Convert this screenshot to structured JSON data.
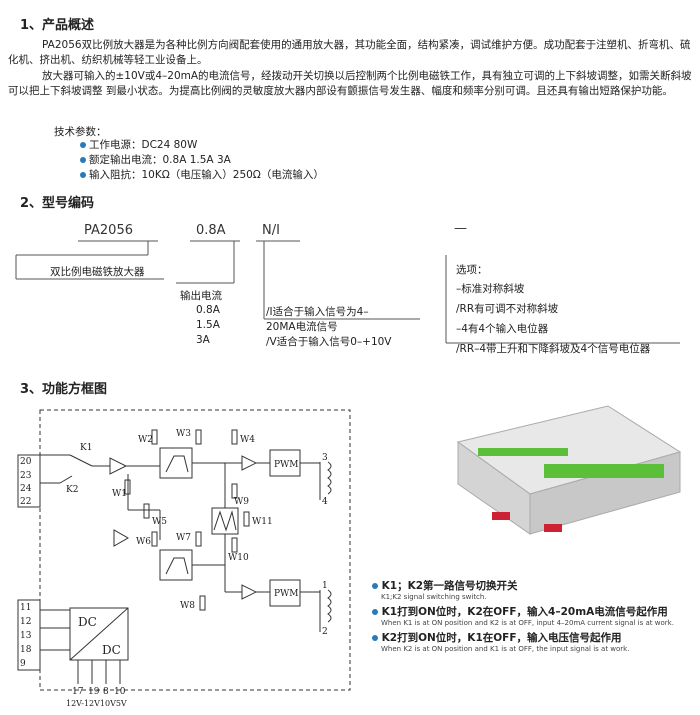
{
  "section1": {
    "title": "1、产品概述",
    "para1": "PA2056双比例放大器是为各种比例方向阀配套使用的通用放大器，其功能全面，结构紧凑，调试维护方便。成功配套于注塑机、折弯机、硫化机、挤出机、纺织机械等轻工业设备上。",
    "para2": "放大器可输入的±10V或4–20mA的电流信号，经拨动开关切换以后控制两个比例电磁铁工作，具有独立可调的上下斜坡调整，如需关断斜坡可以把上下斜坡调整 到最小状态。为提高比例阀的灵敏度放大器内部设有颤振信号发生器、幅度和频率分别可调。且还具有输出短路保护功能。",
    "spec_title": "技术参数：",
    "specs": [
      "工作电源：DC24  80W",
      "额定输出电流：0.8A 1.5A  3A",
      "输入阻抗：10KΩ（电压输入）250Ω（电流输入）"
    ]
  },
  "section2": {
    "title": "2、型号编码",
    "code_model": "PA2056",
    "code_current": "0.8A",
    "code_input": "N/I",
    "code_option": "—",
    "label_model": "双比例电磁铁放大器",
    "current_title": "输出电流",
    "currents": [
      "0.8A",
      "1.5A",
      "3A"
    ],
    "input_lines": [
      "/I适合于输入信号为4–",
      "20MA电流信号",
      "/V适合于输入信号0–+10V"
    ],
    "option_title": "选项：",
    "options": [
      "–标准对称斜坡",
      "/RR有可调不对称斜坡",
      "–4有4个输入电位器",
      "/RR–4带上升和下降斜坡及4个信号电位器"
    ]
  },
  "section3": {
    "title": "3、功能方框图",
    "diagram": {
      "switches": [
        "K1",
        "K2"
      ],
      "pots": [
        "W1",
        "W2",
        "W3",
        "W4",
        "W5",
        "W6",
        "W7",
        "W8",
        "W9",
        "W10",
        "W11"
      ],
      "left_terminals_top": [
        "20",
        "23",
        "24",
        "22"
      ],
      "left_terminals_bottom": [
        "11",
        "12",
        "13",
        "18",
        "9"
      ],
      "right_terminals": [
        "3",
        "4",
        "1",
        "2"
      ],
      "pwm": "PWM",
      "dc_top": "DC",
      "dc_bottom": "DC",
      "bottom_pins": [
        "17",
        "19",
        "8",
        "10"
      ],
      "bottom_voltage": "12V-12V10V5V"
    },
    "notes": [
      {
        "main": "K1；K2第一路信号切换开关",
        "sub": "K1;K2 signal switching switch."
      },
      {
        "main": "K1打到ON位时，K2在OFF，输入4–20mA电流信号起作用",
        "sub": "When K1 is at ON position and K2 is at OFF, input 4–20mA current signal is at work."
      },
      {
        "main": "K2打到ON位时，K1在OFF，输入电压信号起作用",
        "sub": "When K2 is at ON position and K1 is at OFF, the input signal is at work."
      }
    ]
  }
}
